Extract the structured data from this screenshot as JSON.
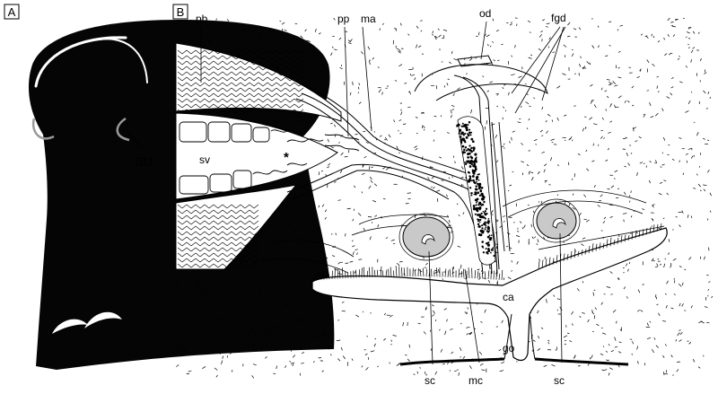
{
  "panels": {
    "a": {
      "letter": "A",
      "labels": {
        "au": "au"
      }
    },
    "b": {
      "letter": "B",
      "labels": {
        "pb": "pb",
        "pp": "pp",
        "ma": "ma",
        "od": "od",
        "fgd": "fgd",
        "sv": "sv",
        "asterisk": "*",
        "ca": "ca",
        "go": "go",
        "sc_left": "sc",
        "mc": "mc",
        "sc_right": "sc"
      }
    }
  },
  "colors": {
    "ink": "#000000",
    "silhouette": "#050505",
    "gland": "#c9c9c9",
    "paper": "#ffffff"
  }
}
